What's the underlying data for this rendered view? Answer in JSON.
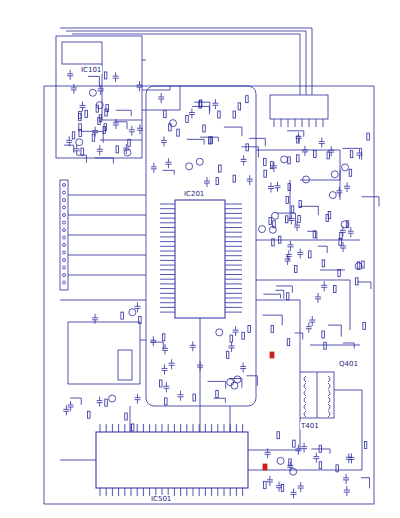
{
  "diagram": {
    "labels": [
      "IC201",
      "IC501",
      "IC101",
      "Q401",
      "T401"
    ]
  }
}
